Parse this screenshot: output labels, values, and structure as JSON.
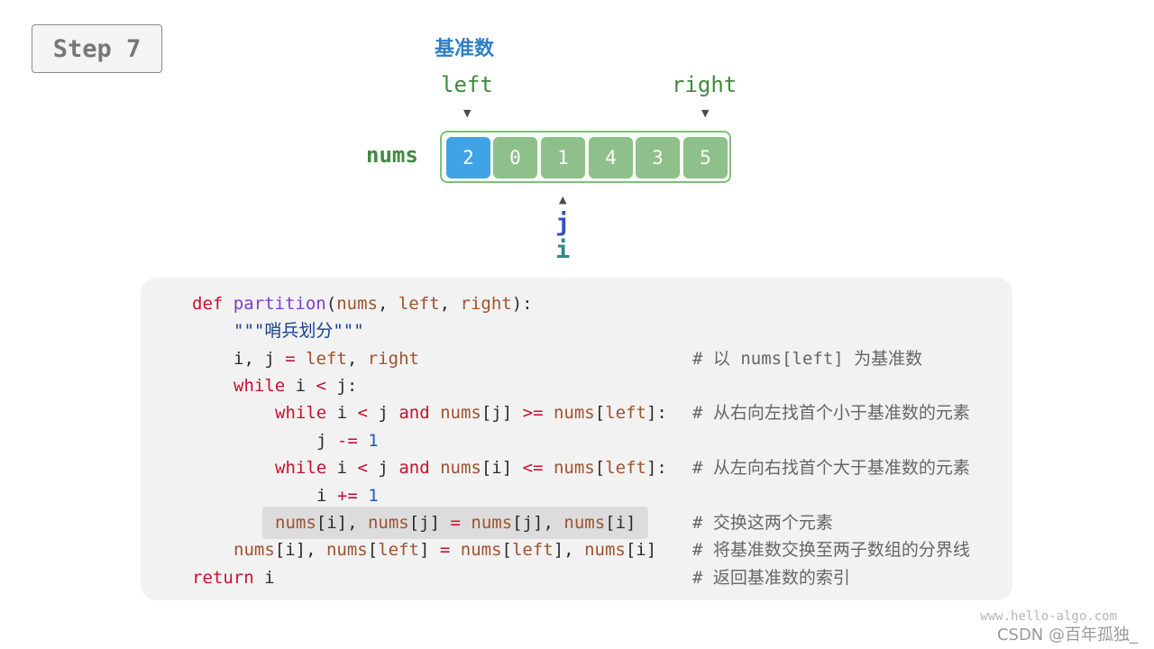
{
  "step": "Step 7",
  "pivot_label": "基准数",
  "pointers": {
    "left": "left",
    "right": "right",
    "j": "j",
    "i": "i"
  },
  "array": {
    "name": "nums",
    "values": [
      "2",
      "0",
      "1",
      "4",
      "3",
      "5"
    ],
    "pivot_index": 0
  },
  "colors": {
    "pivot_cell": "#3fa3e6",
    "cell": "#8fbf8a",
    "pointer_text": "#3f8a3f",
    "j_pointer": "#2e51c4",
    "i_pointer": "#2e8a8a",
    "pivot_label": "#2f7fc4"
  },
  "code": {
    "l1": {
      "kw": "def",
      "fn": "partition",
      "p_open": "(",
      "a1": "nums",
      "c1": ", ",
      "a2": "left",
      "c2": ", ",
      "a3": "right",
      "p_close": "):"
    },
    "l2": {
      "doc": "\"\"\"哨兵划分\"\"\""
    },
    "l3": {
      "t1": "i, j ",
      "op": "=",
      "sp": " ",
      "v1": "left",
      "c": ", ",
      "v2": "right",
      "comment": "# 以 nums[left] 为基准数"
    },
    "l4": {
      "kw": "while",
      "t1": " i ",
      "op": "<",
      "t2": " j:"
    },
    "l5": {
      "kw": "while",
      "t1": " i ",
      "op1": "<",
      "t2": " j ",
      "kw2": "and",
      "sp": " ",
      "v1": "nums",
      "t3": "[j] ",
      "op2": ">=",
      "sp2": " ",
      "v2": "nums",
      "b1": "[",
      "v3": "left",
      "b2": "]:",
      "comment": "# 从右向左找首个小于基准数的元素"
    },
    "l6": {
      "t1": "j ",
      "op": "-=",
      "sp": " ",
      "num": "1"
    },
    "l7": {
      "kw": "while",
      "t1": " i ",
      "op1": "<",
      "t2": " j ",
      "kw2": "and",
      "sp": " ",
      "v1": "nums",
      "t3": "[i] ",
      "op2": "<=",
      "sp2": " ",
      "v2": "nums",
      "b1": "[",
      "v3": "left",
      "b2": "]:",
      "comment": "# 从左向右找首个大于基准数的元素"
    },
    "l8": {
      "t1": "i ",
      "op": "+=",
      "sp": " ",
      "num": "1"
    },
    "l9": {
      "v1": "nums",
      "t1": "[i], ",
      "v2": "nums",
      "t2": "[j] ",
      "op": "=",
      "sp": " ",
      "v3": "nums",
      "t3": "[j], ",
      "v4": "nums",
      "t4": "[i]",
      "comment": "# 交换这两个元素"
    },
    "l10": {
      "v1": "nums",
      "t1": "[i], ",
      "v2": "nums",
      "b1": "[",
      "v3": "left",
      "b2": "] ",
      "op": "=",
      "sp": " ",
      "v4": "nums",
      "b3": "[",
      "v5": "left",
      "b4": "], ",
      "v6": "nums",
      "t2": "[i]",
      "comment": "# 将基准数交换至两子数组的分界线"
    },
    "l11": {
      "kw": "return",
      "t1": " i",
      "comment": "# 返回基准数的索引"
    }
  },
  "watermark": {
    "site": "www.hello-algo.com",
    "author": "CSDN @百年孤独_"
  }
}
